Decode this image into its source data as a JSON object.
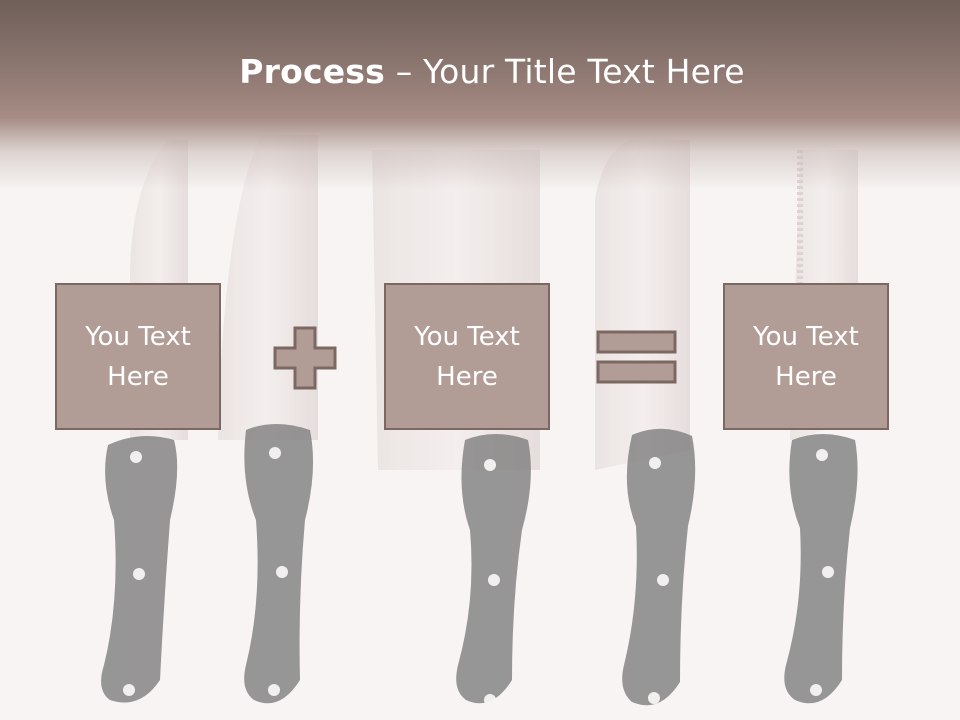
{
  "slide": {
    "title_bold": "Process",
    "title_dash": " – ",
    "title_rest": "Your Title Text Here",
    "boxes": [
      {
        "text": "You Text\nHere"
      },
      {
        "text": "You Text\nHere"
      },
      {
        "text": "You Text\nHere"
      }
    ],
    "operators": [
      "plus",
      "equals"
    ]
  },
  "colors": {
    "header": "#8c7670",
    "box_fill": "#b29c96",
    "box_border": "#7c6862",
    "knife_handle": "#4d4d4d",
    "text": "#ffffff"
  },
  "background_image": "kitchen-knives-icon"
}
